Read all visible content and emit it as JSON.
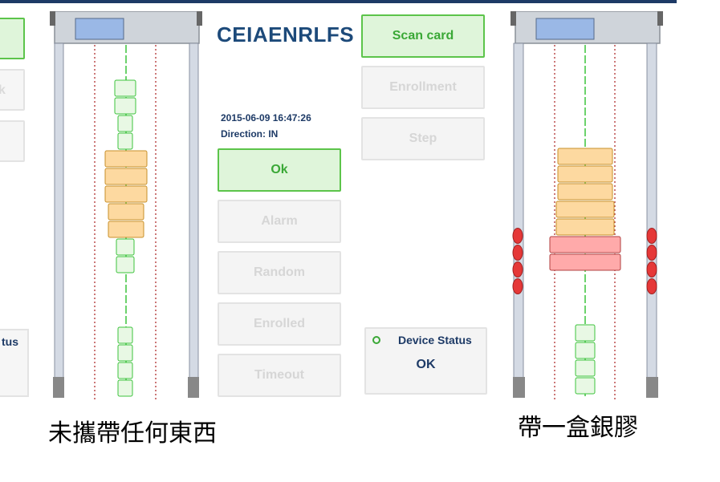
{
  "app": {
    "logo": "CEIAENRLFS"
  },
  "event": {
    "timestamp": "2015-06-09 16:47:26",
    "direction": "Direction: IN"
  },
  "middle_buttons": [
    {
      "label": "Ok",
      "active": true
    },
    {
      "label": "Alarm",
      "active": false
    },
    {
      "label": "Random",
      "active": false
    },
    {
      "label": "Enrolled",
      "active": false
    },
    {
      "label": "Timeout",
      "active": false
    }
  ],
  "right_buttons": [
    {
      "label": "Scan card",
      "active": true
    },
    {
      "label": "Enrollment",
      "active": false
    },
    {
      "label": "Step",
      "active": false
    }
  ],
  "device_status": {
    "label": "Device Status",
    "value": "OK"
  },
  "left_partial": {
    "status_fragment": "tus",
    "button_fragment": "k"
  },
  "captions": {
    "left": "未攜帶任何東西",
    "right": "帶一盒銀膠"
  },
  "gate_left": {
    "zones": [
      "off",
      "off",
      "off",
      "off",
      "detect",
      "detect",
      "detect",
      "detect",
      "detect",
      "off",
      "off",
      "off",
      "off",
      "off",
      "off"
    ],
    "alarm_lights": false
  },
  "gate_right": {
    "zones": [
      "detect",
      "detect",
      "detect",
      "detect",
      "detect",
      "alarm",
      "alarm",
      "off",
      "off",
      "off",
      "off"
    ],
    "alarm_lights": true
  },
  "colors": {
    "accent_green": "#3aa836",
    "detect_fill": "#fdd9a0",
    "alarm_fill": "#ffaaaa",
    "alarm_light": "#e53838",
    "brand_navy": "#1d3a66"
  }
}
